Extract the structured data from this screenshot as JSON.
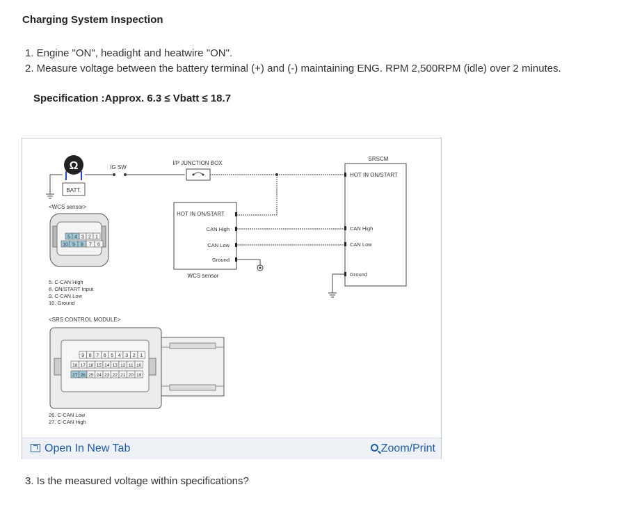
{
  "page": {
    "title": "Charging System Inspection",
    "steps": [
      "1. Engine \"ON\", headight and heatwire \"ON\".",
      "2. Measure voltage between the battery terminal (+) and (-) maintaining ENG. RPM 2,500RPM (idle) over 2 minutes."
    ],
    "spec": "Specification :Approx. 6.3 ≤ Vbatt ≤ 18.7",
    "step3": "3. Is the measured voltage within specifications?"
  },
  "figure": {
    "open_tab_label": "Open In New Tab",
    "zoom_label": "Zoom/Print",
    "diagram": {
      "ig_sw": "IG SW",
      "batt": "BATT.",
      "ip_junction": "I/P JUNCTION BOX",
      "srscm": "SRSCM",
      "hot_in_on_start": "HOT IN ON/START",
      "can_high": "CAN High",
      "can_low": "CAN Low",
      "ground": "Ground",
      "wcs_sensor_box": "WCS sensor",
      "wcs_sensor_title": "<WCS sensor>",
      "wcs_pins_row1": [
        "5",
        "4",
        "3",
        "2",
        "1"
      ],
      "wcs_pins_row2": [
        "10",
        "9",
        "8",
        "7",
        "6"
      ],
      "wcs_notes": [
        "5. C-CAN High",
        "8. ON/START Input",
        "9. C-CAN Low",
        "10. Ground"
      ],
      "srs_title": "<SRS CONTROL MODULE>",
      "srs_pins_row1": [
        "9",
        "8",
        "7",
        "6",
        "5",
        "4",
        "3",
        "2",
        "1"
      ],
      "srs_pins_row2": [
        "18",
        "17",
        "16",
        "15",
        "14",
        "13",
        "12",
        "11",
        "10"
      ],
      "srs_pins_row3": [
        "27",
        "26",
        "25",
        "24",
        "23",
        "22",
        "21",
        "20",
        "19"
      ],
      "srs_notes": [
        "26. C-CAN Low",
        "27. C-CAN High"
      ]
    }
  }
}
